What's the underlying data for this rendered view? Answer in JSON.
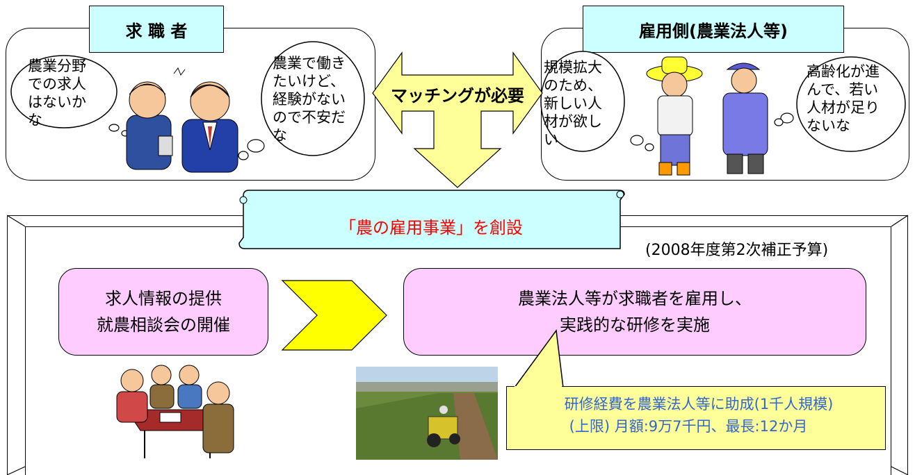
{
  "seekers": {
    "title": "求 職 者",
    "thought_left": "農業分野\nでの求人\nはないか\nな",
    "thought_right": "農業で働き\nたいけど、\n経験がない\nので不安だ\nな"
  },
  "employers": {
    "title": "雇用側(農業法人等)",
    "thought_left": "規模拡大\nのため、\n新しい人\n材が欲し\nい",
    "thought_right": "高齢化が進\nんで、若い\n人材が足り\nないな"
  },
  "matching": {
    "label": "マッチングが必要"
  },
  "scroll": {
    "label": "「農の雇用事業」を創設"
  },
  "budget_note": "(2008年度第2次補正予算)",
  "step1": {
    "line1": "求人情報の提供",
    "line2": "就農相談会の開催"
  },
  "step2": {
    "line1": "農業法人等が求職者を雇用し、",
    "line2": "実践的な研修を実施"
  },
  "subsidy": {
    "line1": "研修経費を農業法人等に助成(1千人規模)",
    "line2": "(上限) 月額:9万7千円、最長:12か月"
  },
  "colors": {
    "label_bg": "#ccffff",
    "pink": "#ffccff",
    "arrow_yellow": "#ffff99",
    "chevron_yellow": "#ffff00",
    "scroll_text": "#ff0000",
    "subsidy_text": "#3366cc",
    "subsidy_bg": "#ffff99"
  }
}
